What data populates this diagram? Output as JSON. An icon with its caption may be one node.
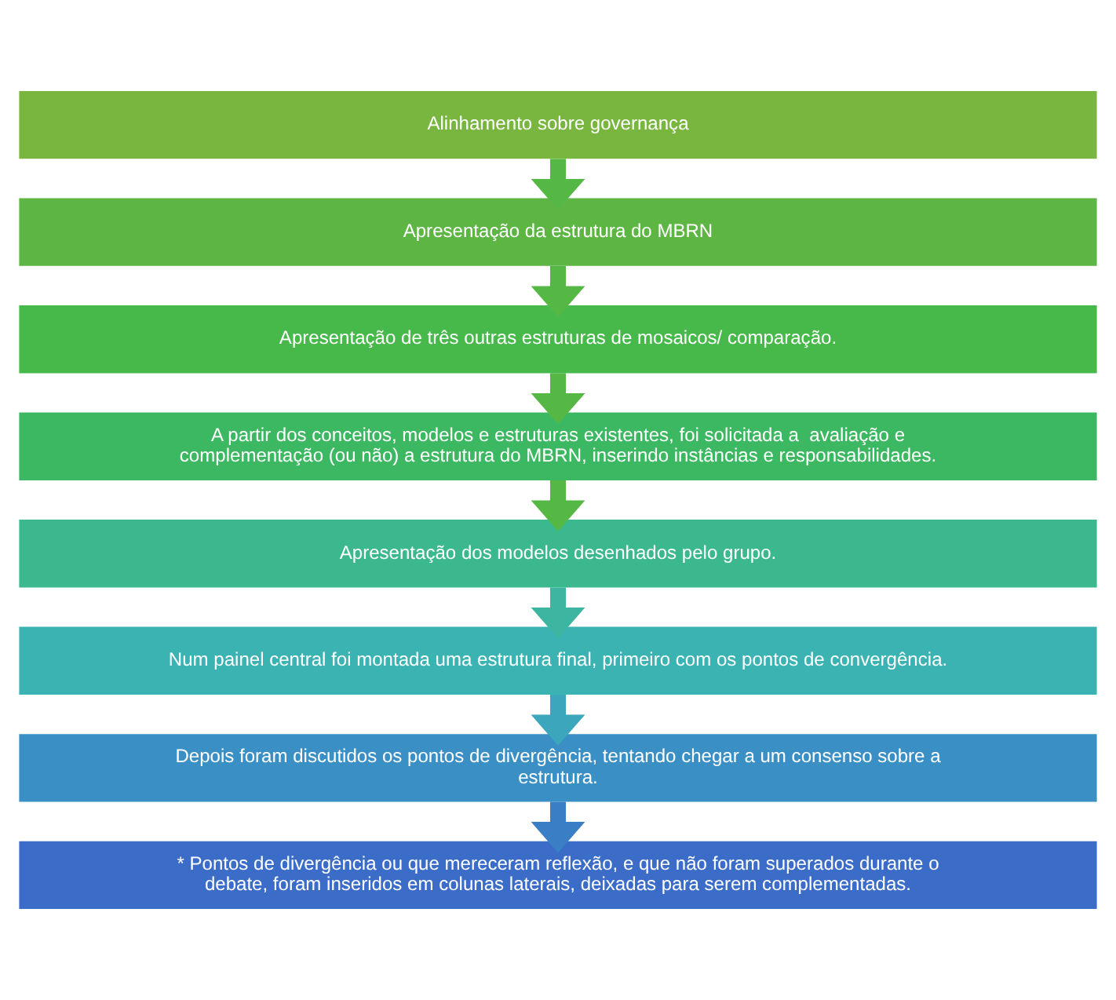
{
  "diagram": {
    "nodes": [
      {
        "text": [
          "Alinhamento sobre governança"
        ]
      },
      {
        "text": [
          "Apresentação da estrutura do MBRN"
        ]
      },
      {
        "text": [
          "Apresentação de três outras estruturas de mosaicos/ comparação."
        ]
      },
      {
        "text": [
          "A partir dos conceitos, modelos e estruturas existentes, foi solicitada a  avaliação e complementação (ou não) a estrutura do MBRN, inserindo instâncias e responsabilidades."
        ]
      },
      {
        "text": [
          "Apresentação dos modelos desenhados pelo grupo."
        ]
      },
      {
        "text": [
          "Num painel central foi montada uma estrutura final, primeiro com os pontos de convergência."
        ]
      },
      {
        "text": [
          "Depois foram discutidos os pontos de divergência, tentando chegar a um consenso sobre a estrutura."
        ]
      },
      {
        "text": [
          "* Pontos de divergência ou que mereceram reflexão, e que não foram superados durante o debate, foram inseridos em colunas laterais, deixadas para serem complementadas."
        ]
      }
    ],
    "edges": [
      {
        "from": 0,
        "to": 1,
        "arrow": "to"
      },
      {
        "from": 1,
        "to": 2,
        "arrow": "to"
      },
      {
        "from": 2,
        "to": 3,
        "arrow": "to"
      },
      {
        "from": 3,
        "to": 4,
        "arrow": "to"
      },
      {
        "from": 4,
        "to": 5,
        "arrow": "to",
        "color": "#3cb6a0"
      },
      {
        "from": 5,
        "to": 6,
        "arrow": "to",
        "color": "#3ba6bc"
      },
      {
        "from": 6,
        "to": 7,
        "arrow": "to",
        "color": "#3a7fc6"
      }
    ]
  }
}
